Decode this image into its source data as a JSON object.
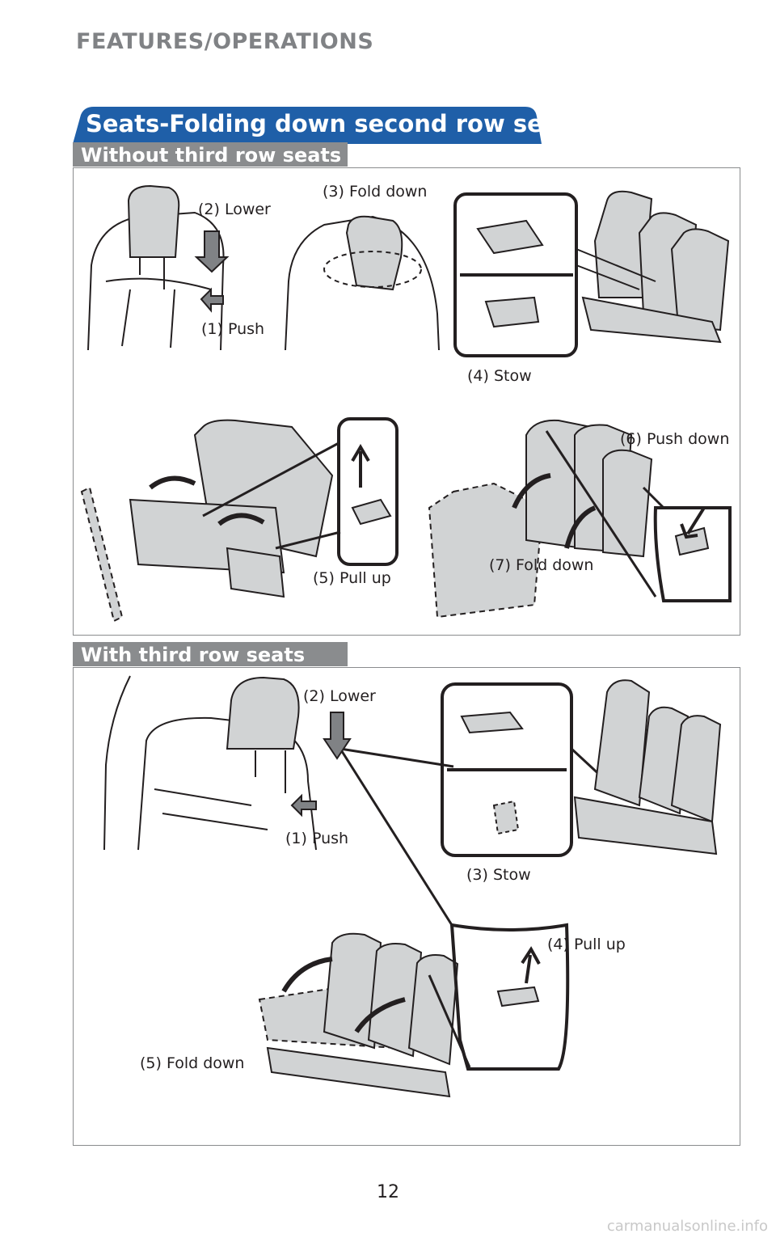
{
  "header": {
    "section": "FEATURES/OPERATIONS"
  },
  "title": "Seats-Folding down second row seats",
  "colors": {
    "title_bg": "#1f5fa8",
    "sub_bar": "#8a8c8e",
    "seat_fill": "#d1d3d4"
  },
  "without_third_row": {
    "heading": "Without third row seats",
    "steps": {
      "push": "(1) Push",
      "lower": "(2) Lower",
      "fold_down_headrest": "(3) Fold down",
      "stow": "(4) Stow",
      "pull_up": "(5) Pull up",
      "push_down": "(6) Push down",
      "fold_down_seat": "(7) Fold down"
    }
  },
  "with_third_row": {
    "heading": "With third row seats",
    "steps": {
      "lower": "(2) Lower",
      "push": "(1) Push",
      "stow": "(3) Stow",
      "pull_up": "(4) Pull up",
      "fold_down": "(5) Fold down"
    }
  },
  "page_number": "12",
  "watermark": "carmanualsonline.info"
}
